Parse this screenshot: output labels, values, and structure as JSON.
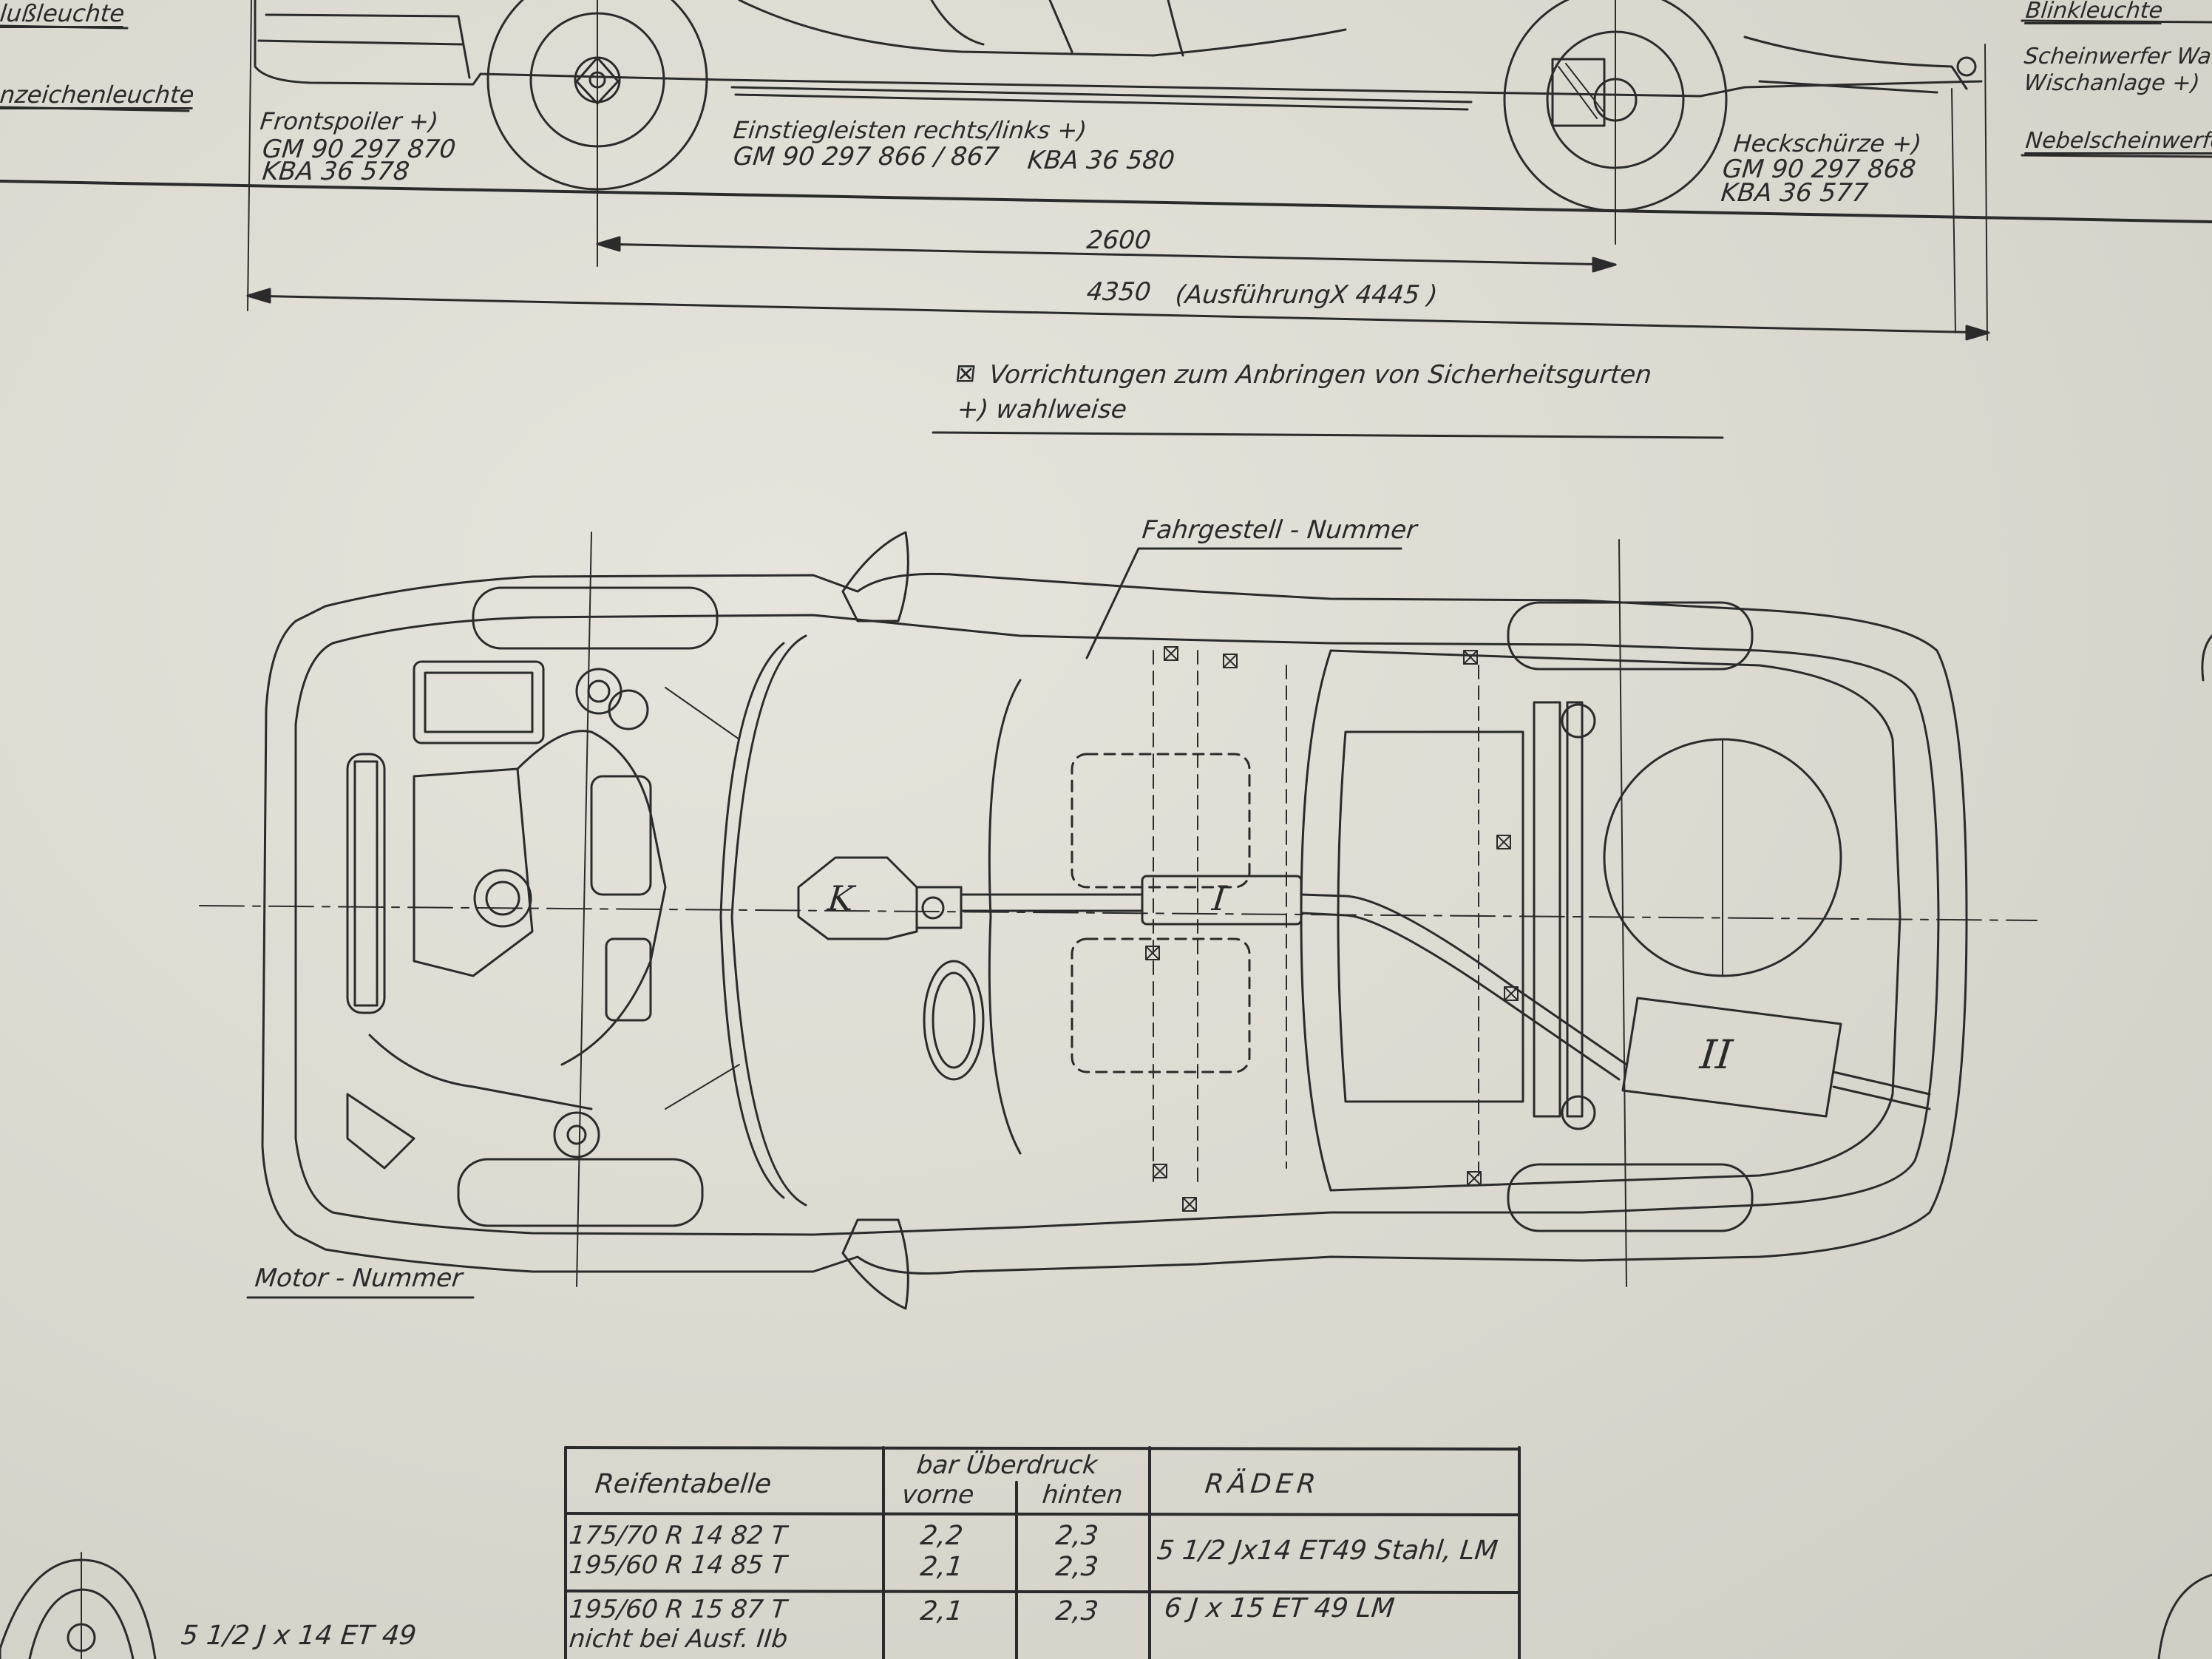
{
  "side_view": {
    "left_labels": {
      "top": "lußleuchte",
      "second": "nzeichenleuchte"
    },
    "front_spoiler": {
      "title": "Frontspoiler +)",
      "gm": "GM 90 297 870",
      "kba": "KBA 36 578"
    },
    "sill_strips": {
      "title": "Einstiegleisten rechts/links +)",
      "gm": "GM 90 297 866 / 867",
      "kba": "KBA 36 580"
    },
    "rear_apron": {
      "title": "Heckschürze +)",
      "gm": "GM 90 297 868",
      "kba": "KBA 36 577"
    },
    "right_labels": {
      "blink": "Blinkleuchte",
      "headlamp_1": "Scheinwerfer Wa",
      "headlamp_2": "Wischanlage +)",
      "fog": "Nebelscheinwerfe"
    },
    "dimensions": {
      "wheelbase": "2600",
      "length": "4350",
      "length_note": "(AusführungX 4445  )"
    }
  },
  "legend": {
    "belt_mark": "⊠",
    "belt_text": "Vorrichtungen  zum  Anbringen  von  Sicherheitsgurten",
    "optional": "+) wahlweise"
  },
  "top_view": {
    "chassis_number": "Fahrgestell - Nummer",
    "engine_number": "Motor - Nummer",
    "mark_k": "K",
    "mark_i": "I",
    "mark_ii": "II"
  },
  "tire_table": {
    "col_tires": "Reifentabelle",
    "col_pressure": "bar Überdruck",
    "col_front": "vorne",
    "col_rear": "hinten",
    "col_wheels": "RÄDER",
    "rows": [
      {
        "tires": [
          "175/70 R 14  82 T",
          "195/60 R 14  85 T"
        ],
        "front": [
          "2,2",
          "2,1"
        ],
        "rear": [
          "2,3",
          "2,3"
        ],
        "wheels": "5 1/2 Jx14 ET49 Stahl, LM"
      },
      {
        "tires": [
          "195/60  R 15   87 T",
          "nicht  bei  Ausf.  IIb"
        ],
        "front": [
          "2,1"
        ],
        "rear": [
          "2,3"
        ],
        "wheels": "6 J x 15    ET 49     LM"
      }
    ]
  },
  "rim_caption": "5 1/2 J x 14  ET 49"
}
